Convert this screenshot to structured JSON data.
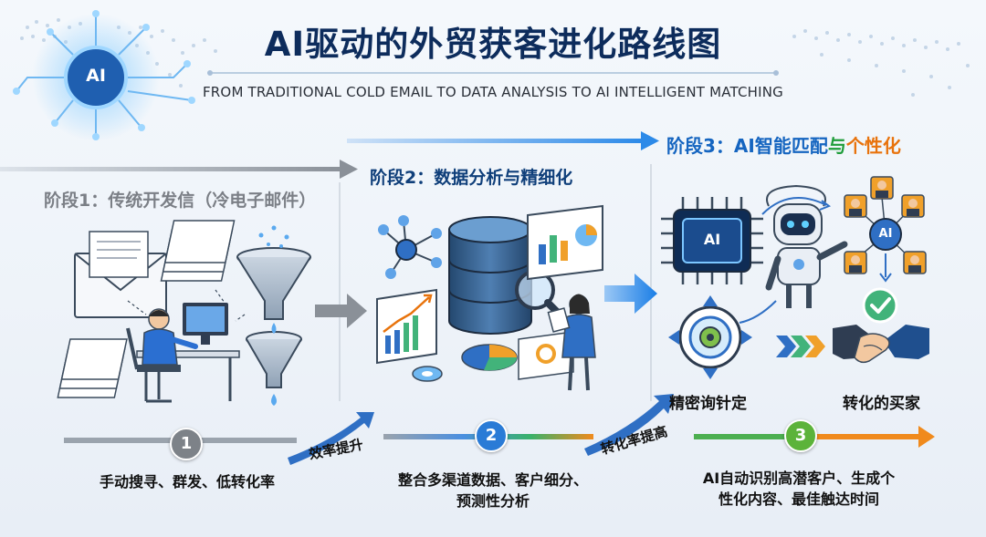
{
  "title": "AI驱动的外贸获客进化路线图",
  "subtitle": "FROM TRADITIONAL COLD EMAIL TO DATA ANALYSIS TO AI INTELLIGENT MATCHING",
  "ai_badge": "AI",
  "stages": [
    {
      "title": "阶段1：传统开发信（冷电子邮件）",
      "number": "1",
      "description_lines": [
        "手动搜寻、群发、低转化率"
      ],
      "color": "#7d8288"
    },
    {
      "title": "阶段2：数据分析与精细化",
      "number": "2",
      "description_lines": [
        "整合多渠道数据、客户细分、",
        "预测性分析"
      ],
      "color": "#2a7bd6"
    },
    {
      "title_parts": [
        "阶段3：AI智能匹配",
        "与",
        "个性化"
      ],
      "number": "3",
      "description_lines": [
        "AI自动识别高潜客户、生成个",
        "性化内容、最佳触达时间"
      ],
      "color": "#5cb33a"
    }
  ],
  "arrow_labels": [
    "效率提升",
    "转化率提高"
  ],
  "stage3_labels": {
    "precise": "精密询针定",
    "buyer": "转化的买家",
    "chip": "AI",
    "hub": "AI"
  },
  "colors": {
    "title": "#0d2c5c",
    "blue_accent": "#1a73e8",
    "green_accent": "#1f9d3a",
    "orange_accent": "#e8730c"
  }
}
